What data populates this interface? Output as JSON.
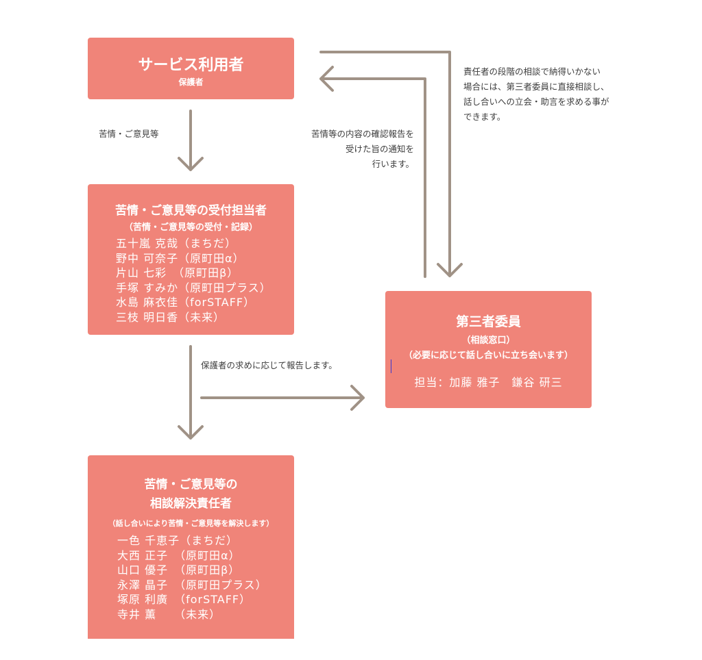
{
  "user_box": {
    "title": "サービス利用者",
    "subtitle": "保護者"
  },
  "reception_box": {
    "title": "苦情・ご意見等の受付担当者",
    "subtitle": "（苦情・ご意見等の受付・記録）",
    "members": [
      "五十嵐 克哉（まちだ）",
      "野中 可奈子（原町田α）",
      "片山 七彩　（原町田β）",
      "手塚 すみか（原町田プラス）",
      "水島 麻衣佳（forSTAFF）",
      "三枝 明日香（未来）"
    ]
  },
  "resolution_box": {
    "title_line1": "苦情・ご意見等の",
    "title_line2": "相談解決責任者",
    "subtitle": "（話し合いにより苦情・ご意見等を解決します）",
    "members": [
      "一色 千恵子（まちだ）",
      "大西 正子　（原町田α）",
      "山口 優子　（原町田β）",
      "永澤 晶子　（原町田プラス）",
      "塚原 利廣　（forSTAFF）",
      "寺井 薫　　（未来）"
    ]
  },
  "third_party_box": {
    "title": "第三者委員",
    "subtitle1": "（相談窓口）",
    "subtitle2": "（必要に応じて話し合いに立ち会います）",
    "contact": "担当：加藤 雅子　鎌谷 研三"
  },
  "notes": {
    "complaints_label": "苦情・ご意見等",
    "report_to_guardian": "保護者の求めに応じて報告します。",
    "confirmation": [
      "苦情等の内容の確認報告を",
      "受けた旨の通知を",
      "行います。"
    ],
    "direct_consult": [
      "責任者の段階の相談で納得いかない",
      "場合には、第三者委員に直接相談し、",
      "話し合いへの立会・助言を求める事が",
      "できます。"
    ]
  },
  "colors": {
    "box": "#f08479",
    "arrow": "#a09286",
    "text": "#3c3c3c"
  }
}
